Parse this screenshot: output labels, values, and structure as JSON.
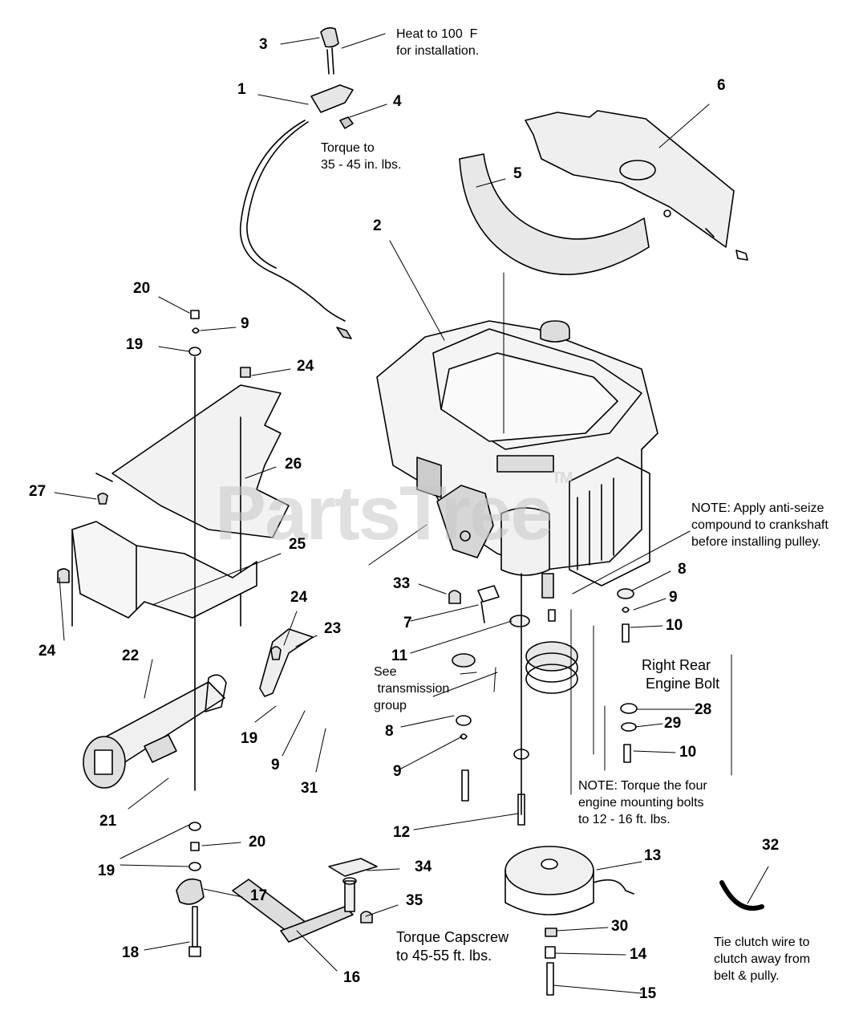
{
  "watermark": {
    "text": "PartsTree",
    "tm": "TM"
  },
  "callouts": {
    "c1": "1",
    "c2": "2",
    "c3": "3",
    "c4": "4",
    "c5": "5",
    "c6": "6",
    "c7": "7",
    "c8a": "8",
    "c8b": "8",
    "c9a": "9",
    "c9b": "9",
    "c9c": "9",
    "c9d": "9",
    "c10a": "10",
    "c10b": "10",
    "c11": "11",
    "c12": "12",
    "c13": "13",
    "c14": "14",
    "c15": "15",
    "c16": "16",
    "c17": "17",
    "c18": "18",
    "c19a": "19",
    "c19b": "19",
    "c19c": "19",
    "c20a": "20",
    "c20b": "20",
    "c21": "21",
    "c22": "22",
    "c23": "23",
    "c24a": "24",
    "c24b": "24",
    "c24c": "24",
    "c25": "25",
    "c26": "26",
    "c27": "27",
    "c28": "28",
    "c29": "29",
    "c30": "30",
    "c31": "31",
    "c32": "32",
    "c33": "33",
    "c34": "34",
    "c35": "35"
  },
  "notes": {
    "heat": "Heat to 100  F\nfor installation.",
    "torque_small": "Torque to\n35 - 45 in. lbs.",
    "anti_seize": "NOTE: Apply anti-seize\ncompound to crankshaft\nbefore installing pulley.",
    "right_rear": "Right Rear\n Engine Bolt",
    "see_trans": "See\n transmission\ngroup",
    "torque_four": "NOTE: Torque the four\nengine mounting bolts\nto 12 - 16 ft. lbs.",
    "torque_capscrew": "Torque Capscrew\nto 45-55 ft. lbs.",
    "tie_clutch": "Tie clutch wire to\nclutch away from\nbelt & pully."
  }
}
